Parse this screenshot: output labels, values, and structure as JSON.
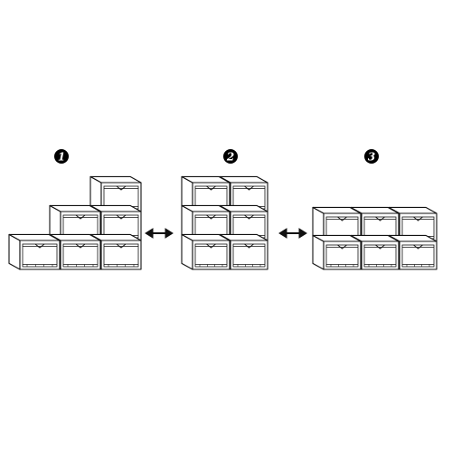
{
  "figure": {
    "arrangements": [
      {
        "step": "1",
        "layout": "staircase",
        "columns": [
          1,
          2,
          3
        ]
      },
      {
        "step": "2",
        "layout": "tower",
        "columns": [
          3,
          3
        ]
      },
      {
        "step": "3",
        "layout": "row",
        "columns": [
          2,
          2,
          2
        ]
      }
    ],
    "connectors": [
      {
        "between": [
          "1",
          "2"
        ],
        "type": "double-arrow"
      },
      {
        "between": [
          "2",
          "3"
        ],
        "type": "double-arrow"
      }
    ],
    "colors": {
      "stroke": "#111111",
      "fill": "#ffffff",
      "badge": "#000000",
      "badge_text": "#ffffff"
    }
  }
}
